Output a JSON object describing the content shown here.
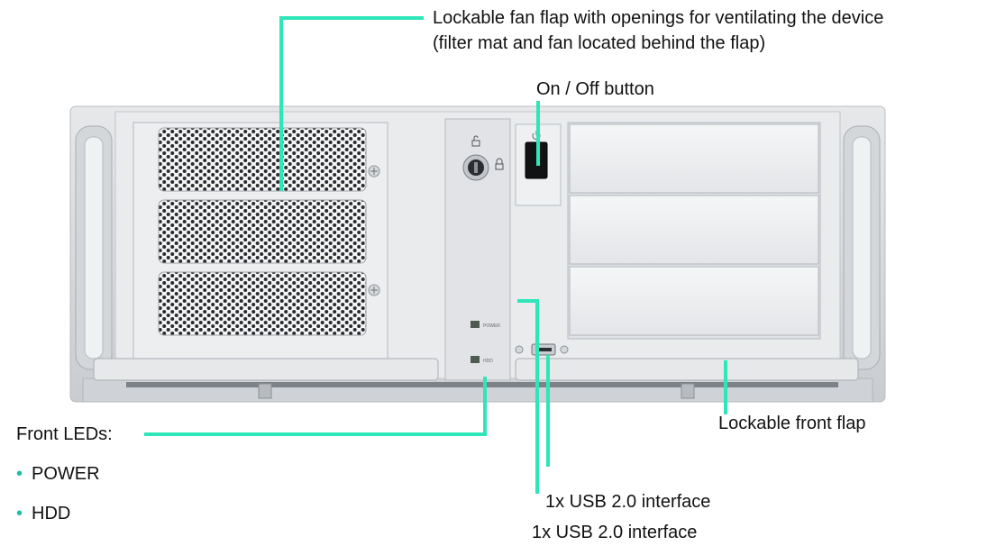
{
  "labels": {
    "fan_flap_line1": "Lockable fan flap with openings for ventilating the device",
    "fan_flap_line2": "(filter mat and fan located behind the flap)",
    "on_off": "On / Off button",
    "front_flap": "Lockable front flap",
    "front_leds": "Front LEDs:",
    "led_items": [
      "POWER",
      "HDD"
    ],
    "usb_1": "1x USB 2.0 interface",
    "usb_2": "1x USB 2.0 interface"
  },
  "device_text": {
    "power_led": "POWER",
    "hdd_led": "HDD"
  },
  "colors": {
    "leader_line": "#2ee6b8",
    "bullet": "#1bbfa6",
    "chassis": "#dcdfe2",
    "panel": "#eef0f2"
  },
  "icons": [
    "unlock-icon",
    "lock-icon",
    "power-icon",
    "key-lock-icon",
    "usb-port-icon",
    "screw-icon"
  ]
}
